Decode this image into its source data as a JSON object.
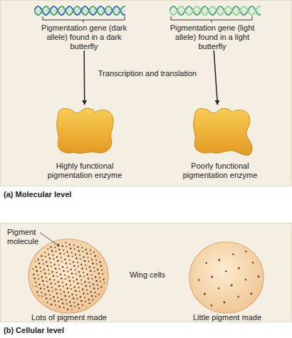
{
  "diagram": {
    "nodes": [
      {
        "text": [
          "(a) Molecular level"
        ]
      },
      {
        "text": [
          "Pigmentation gene (dark allele) found in a dark butterfly"
        ],
        "in": 0
      },
      {
        "text": [
          "Pigmentation gene (light allele) found in a light butterfly"
        ],
        "in": 0
      },
      {
        "text": [
          "Highly functional pigmentation enzyme"
        ],
        "in": 0
      },
      {
        "text": [
          "Poorly functional pigmentation enzyme"
        ],
        "in": 0
      },
      {
        "text": [
          "(b) Cellular level"
        ]
      },
      {
        "text": [
          "Lots of pigment made"
        ],
        "in": 5
      },
      {
        "text": [
          "Little pigment made"
        ],
        "in": 5
      }
    ],
    "edges": [
      {
        "from": 1,
        "to": 3,
        "arrow": "to"
      },
      {
        "from": 2,
        "to": 4,
        "arrow": "to"
      }
    ],
    "labels": [
      "Transcription and translation",
      "Pigment molecule",
      "Wing cells"
    ]
  }
}
